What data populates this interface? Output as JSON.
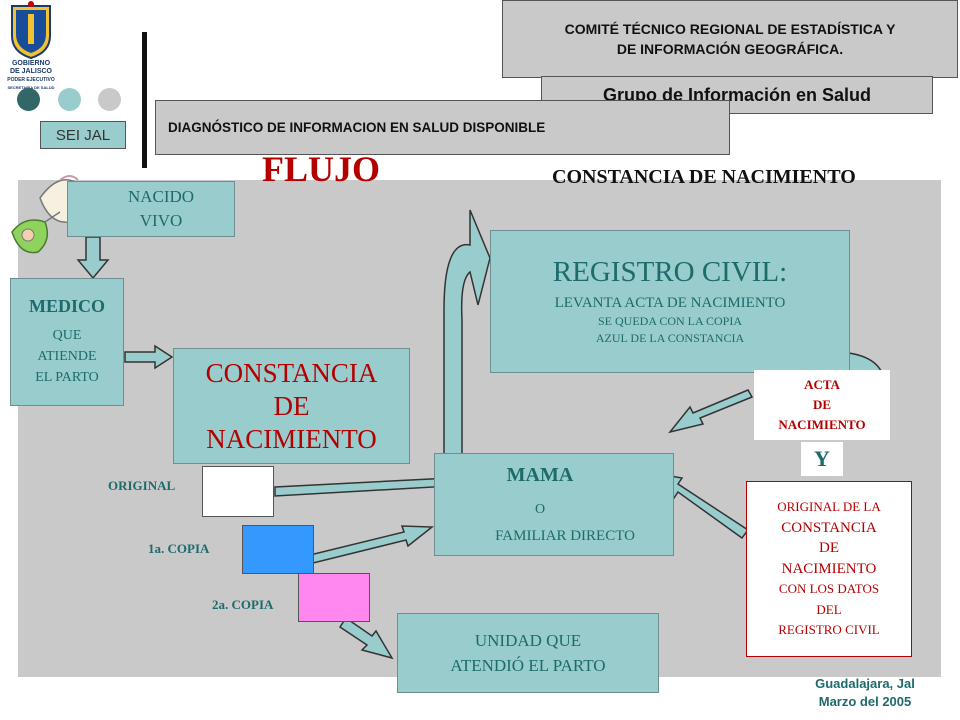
{
  "header": {
    "logo_line1": "GOBIERNO",
    "logo_line2": "DE JALISCO",
    "logo_line3": "PODER EJECUTIVO",
    "logo_line4": "SECRETARÍA DE SALUD",
    "sei_label": "SEI JAL",
    "committee_line1": "COMITÉ TÉCNICO REGIONAL DE ESTADÍSTICA Y",
    "committee_line2": "DE INFORMACIÓN GEOGRÁFICA.",
    "group_label": "Grupo de Información en Salud",
    "diagnostic_label": "DIAGNÓSTICO DE INFORMACION EN SALUD DISPONIBLE"
  },
  "diagram": {
    "flow_title": "FLUJO",
    "subject_title": "CONSTANCIA DE NACIMIENTO",
    "nacido_line1": "NACIDO",
    "nacido_line2": "VIVO",
    "medico_line1": "MEDICO",
    "medico_line2": "QUE",
    "medico_line3": "ATIENDE",
    "medico_line4": "EL PARTO",
    "constancia_line1": "CONSTANCIA",
    "constancia_line2": "DE",
    "constancia_line3": "NACIMIENTO",
    "registro_title": "REGISTRO CIVIL:",
    "registro_line1": "LEVANTA ACTA DE NACIMIENTO",
    "registro_line2": "SE QUEDA CON LA COPIA",
    "registro_line3": "AZUL DE LA CONSTANCIA",
    "acta_line1": "ACTA",
    "acta_line2": "DE",
    "acta_line3": "NACIMIENTO",
    "y_label": "Y",
    "original_line1": "ORIGINAL DE LA",
    "original_line2": "CONSTANCIA",
    "original_line3": "DE",
    "original_line4": "NACIMIENTO",
    "original_line5": "CON LOS DATOS",
    "original_line6": "DEL",
    "original_line7": "REGISTRO CIVIL",
    "mama_line1": "MAMA",
    "mama_line2": "O",
    "mama_line3": "FAMILIAR DIRECTO",
    "copy_original": "ORIGINAL",
    "copy_first": "1a. COPIA",
    "copy_second": "2a. COPIA",
    "unidad_line1": "UNIDAD QUE",
    "unidad_line2": "ATENDIÓ EL PARTO"
  },
  "footer": {
    "place": "Guadalajara, Jal",
    "date": "Marzo del 2005"
  },
  "colors": {
    "teal_box": "#99cccc",
    "teal_text": "#1d6b6b",
    "red_title": "#b50000",
    "copy_white": "#ffffff",
    "copy_blue": "#3399ff",
    "copy_pink": "#ff88ee"
  }
}
